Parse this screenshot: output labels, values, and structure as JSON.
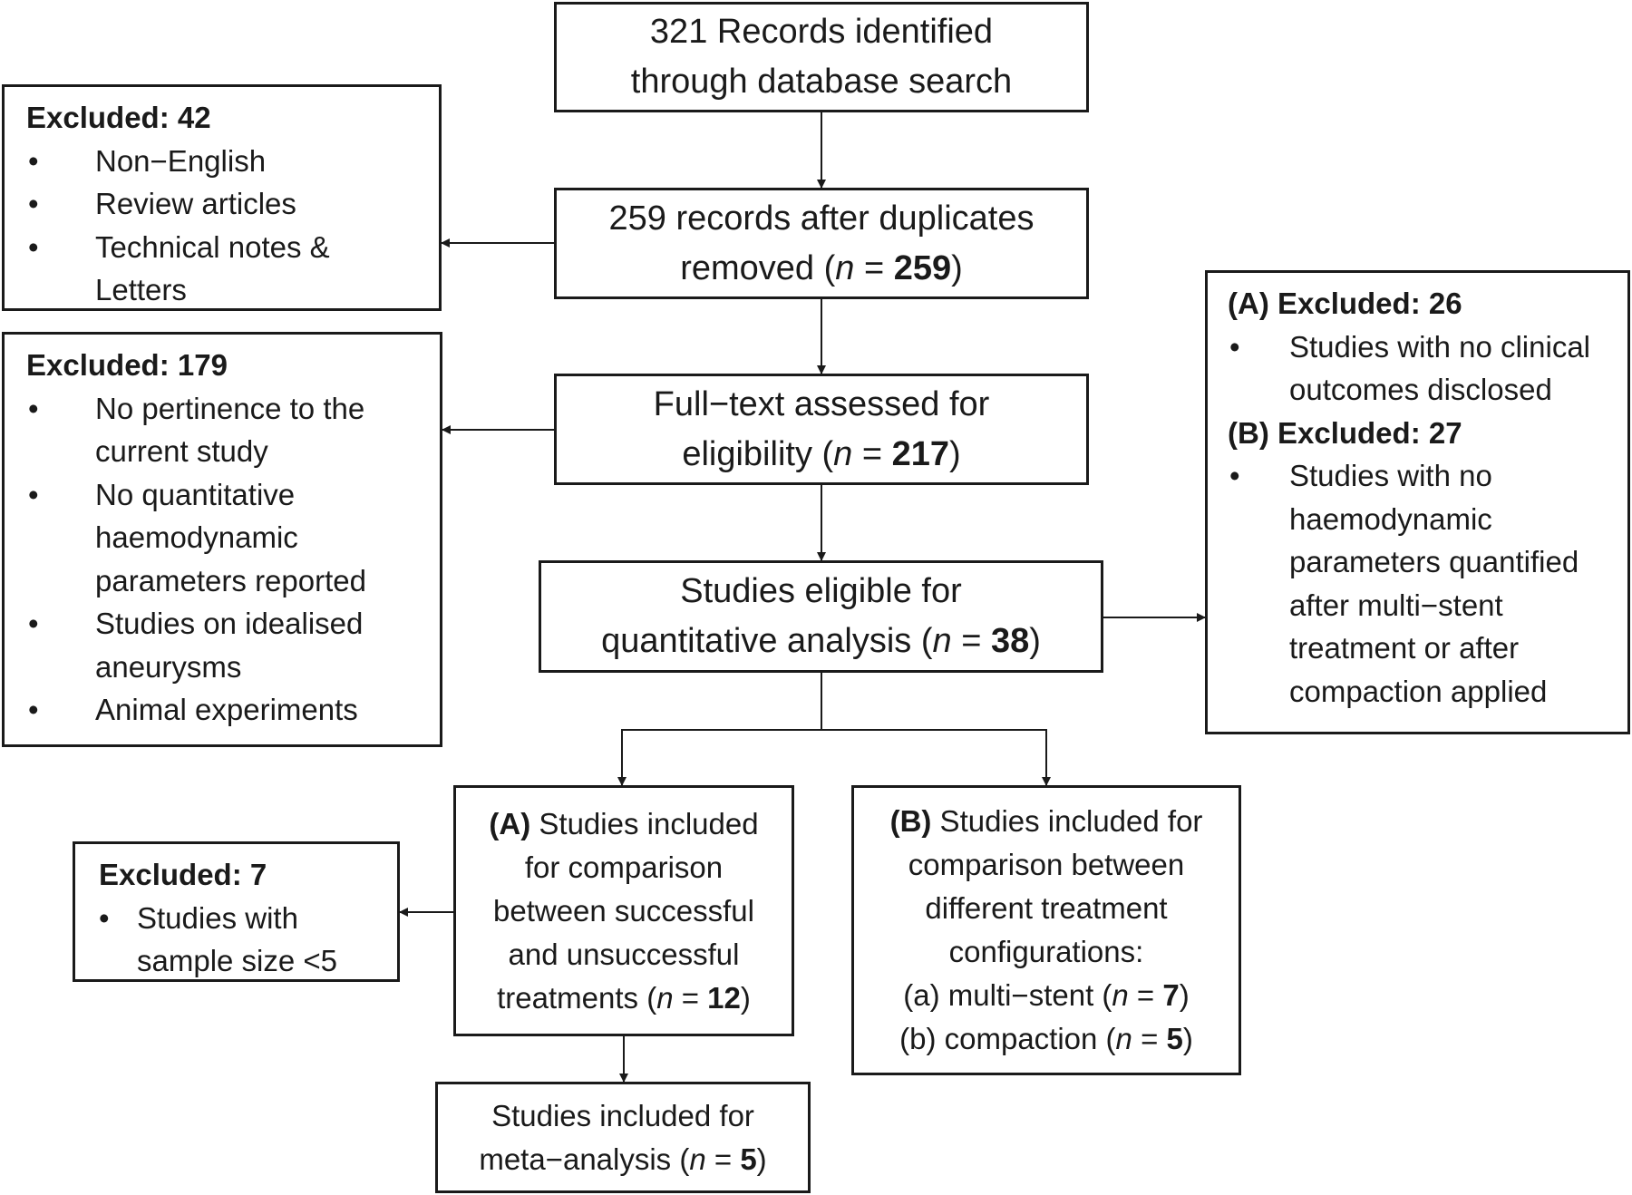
{
  "nodes": {
    "records": {
      "line1": "321 Records identified",
      "line2": "through database search"
    },
    "dedup": {
      "line1": "259 records after duplicates",
      "line2_pre": "removed (",
      "n_label": "n",
      "eq": " = ",
      "n_value": "259",
      "close": ")"
    },
    "fulltext": {
      "line1": "Full−text assessed for",
      "line2_pre": "eligibility (",
      "n_label": "n",
      "eq": " = ",
      "n_value": "217",
      "close": ")"
    },
    "eligible": {
      "line1": "Studies eligible for",
      "line2_pre": "quantitative analysis (",
      "n_label": "n",
      "eq": " = ",
      "n_value": "38",
      "close": ")"
    },
    "included_a": {
      "tag": "(A)",
      "line1_rest": " Studies included",
      "line2": "for comparison",
      "line3": "between successful",
      "line4": "and unsuccessful",
      "line5_pre": "treatments (",
      "n_label": "n",
      "eq": " = ",
      "n_value": "12",
      "close": ")"
    },
    "included_b": {
      "tag": "(B)",
      "line1_rest": " Studies included for",
      "line2": "comparison between",
      "line3": "different treatment",
      "line4": "configurations:",
      "line5_pre": "(a) multi−stent (",
      "line5_n_label": "n",
      "line5_eq": " = ",
      "line5_n_value": "7",
      "line5_close": ")",
      "line6_pre": "(b) compaction (",
      "line6_n_label": "n",
      "line6_eq": " = ",
      "line6_n_value": "5",
      "line6_close": ")"
    },
    "meta": {
      "line1": "Studies included for",
      "line2_pre": "meta−analysis (",
      "n_label": "n",
      "eq": " = ",
      "n_value": "5",
      "close": ")"
    }
  },
  "exclusions": {
    "ex42": {
      "heading": "Excluded: 42",
      "bullets": [
        "Non−English",
        "Review articles",
        "Technical notes &",
        "Letters"
      ]
    },
    "ex179": {
      "heading": "Excluded: 179",
      "bullets": [
        "No pertinence to the",
        "current study",
        "No quantitative",
        "haemodynamic",
        "parameters reported",
        "Studies on idealised",
        "aneurysms",
        "Animal experiments"
      ]
    },
    "exAB": {
      "heading_a": "(A) Excluded: 26",
      "a_lines": [
        "Studies with no clinical",
        "outcomes disclosed"
      ],
      "heading_b": "(B) Excluded: 27",
      "b_lines": [
        "Studies with no",
        "haemodynamic",
        "parameters quantified",
        "after multi−stent",
        "treatment or after",
        "compaction applied"
      ]
    },
    "ex7": {
      "heading": "Excluded: 7",
      "lines": [
        "Studies with",
        "sample size <5"
      ]
    }
  },
  "style": {
    "line_color": "#1a1a1a",
    "background": "#ffffff"
  }
}
